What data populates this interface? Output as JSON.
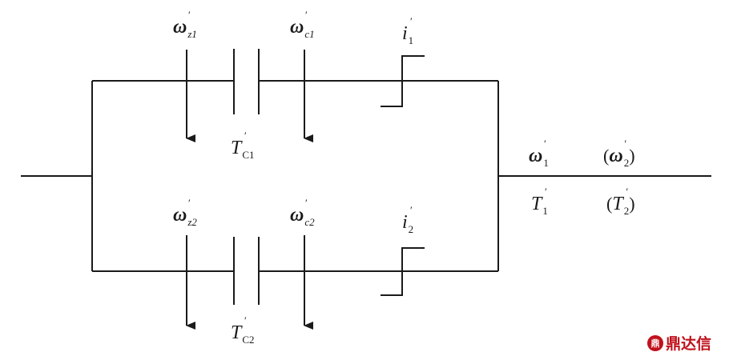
{
  "labels": {
    "w_z1": {
      "sym": "ω",
      "sub": "z1"
    },
    "w_c1": {
      "sym": "ω",
      "sub": "c1"
    },
    "i_1": {
      "sym": "i",
      "sub": "1"
    },
    "T_C1": {
      "sym": "T",
      "sub": "C1"
    },
    "w_z2": {
      "sym": "ω",
      "sub": "z2"
    },
    "w_c2": {
      "sym": "ω",
      "sub": "c2"
    },
    "i_2": {
      "sym": "i",
      "sub": "2"
    },
    "T_C2": {
      "sym": "T",
      "sub": "C2"
    },
    "w_1": {
      "sym": "ω",
      "sub": "1"
    },
    "T_1": {
      "sym": "T",
      "sub": "1"
    },
    "w_2": {
      "open": "(",
      "sym": "ω",
      "sub": "2",
      "close": ")"
    },
    "T_2": {
      "open": "(",
      "sym": "T",
      "sub": "2",
      "close": ")"
    },
    "prime": "′"
  },
  "watermark": {
    "mark": "鼎",
    "text": "鼎达信"
  },
  "colors": {
    "line": "#1a1a1a",
    "watermark": "#c0111c"
  }
}
